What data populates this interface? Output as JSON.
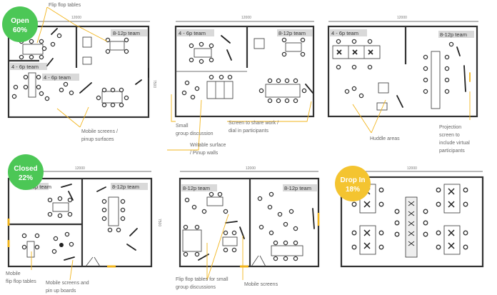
{
  "colors": {
    "open_badge": "#4cc756",
    "closed_badge": "#4cc756",
    "dropin_badge": "#f4c430",
    "leader": "#f2b51d",
    "wall": "#333333",
    "team_tag": "#d9d9d9"
  },
  "badges": {
    "open": {
      "name": "Open",
      "pct": "60%"
    },
    "closed": {
      "name": "Closed",
      "pct": "22%"
    },
    "dropin": {
      "name": "Drop In",
      "pct": "18%"
    }
  },
  "dimensions": {
    "width": "12000",
    "height": "7500"
  },
  "plans": {
    "p1": {
      "team_a": "8-12p team",
      "team_b": "4 - 6p team",
      "team_c": "4 - 6p team"
    },
    "p2": {
      "team_a": "4 - 6p team",
      "team_b": "8-12p team"
    },
    "p3": {
      "team_a": "4 - 6p team",
      "team_b": "8-12p team"
    },
    "p4": {
      "team_a": "4 - 6p team",
      "team_b": "8-12p team"
    },
    "p5": {
      "team_a": "8-12p team",
      "team_b": "8-12p team"
    }
  },
  "annotations": {
    "flip_flop_tables": "Flip flop tables",
    "mobile_screens_1": "Mobile screens /",
    "mobile_screens_2": "pinup surfaces",
    "small_group_1": "Small",
    "small_group_2": "group discussion",
    "writable_1": "Writable surface",
    "writable_2": "/ Pinup walls",
    "screen_share_1": "Screen to share work /",
    "screen_share_2": "dial in participants",
    "huddle": "Huddle areas",
    "projection_1": "Projection",
    "projection_2": "screen to",
    "projection_3": "include virtual",
    "projection_4": "participants",
    "mobile_flip_1": "Mobile",
    "mobile_flip_2": "flip flop tables",
    "mobile_pin_1": "Mobile screens and",
    "mobile_pin_2": "pin up boards",
    "flip_small_1": "Flip flop tables for small",
    "flip_small_2": "group discussions",
    "mobile_screens_5": "Mobile screens"
  }
}
